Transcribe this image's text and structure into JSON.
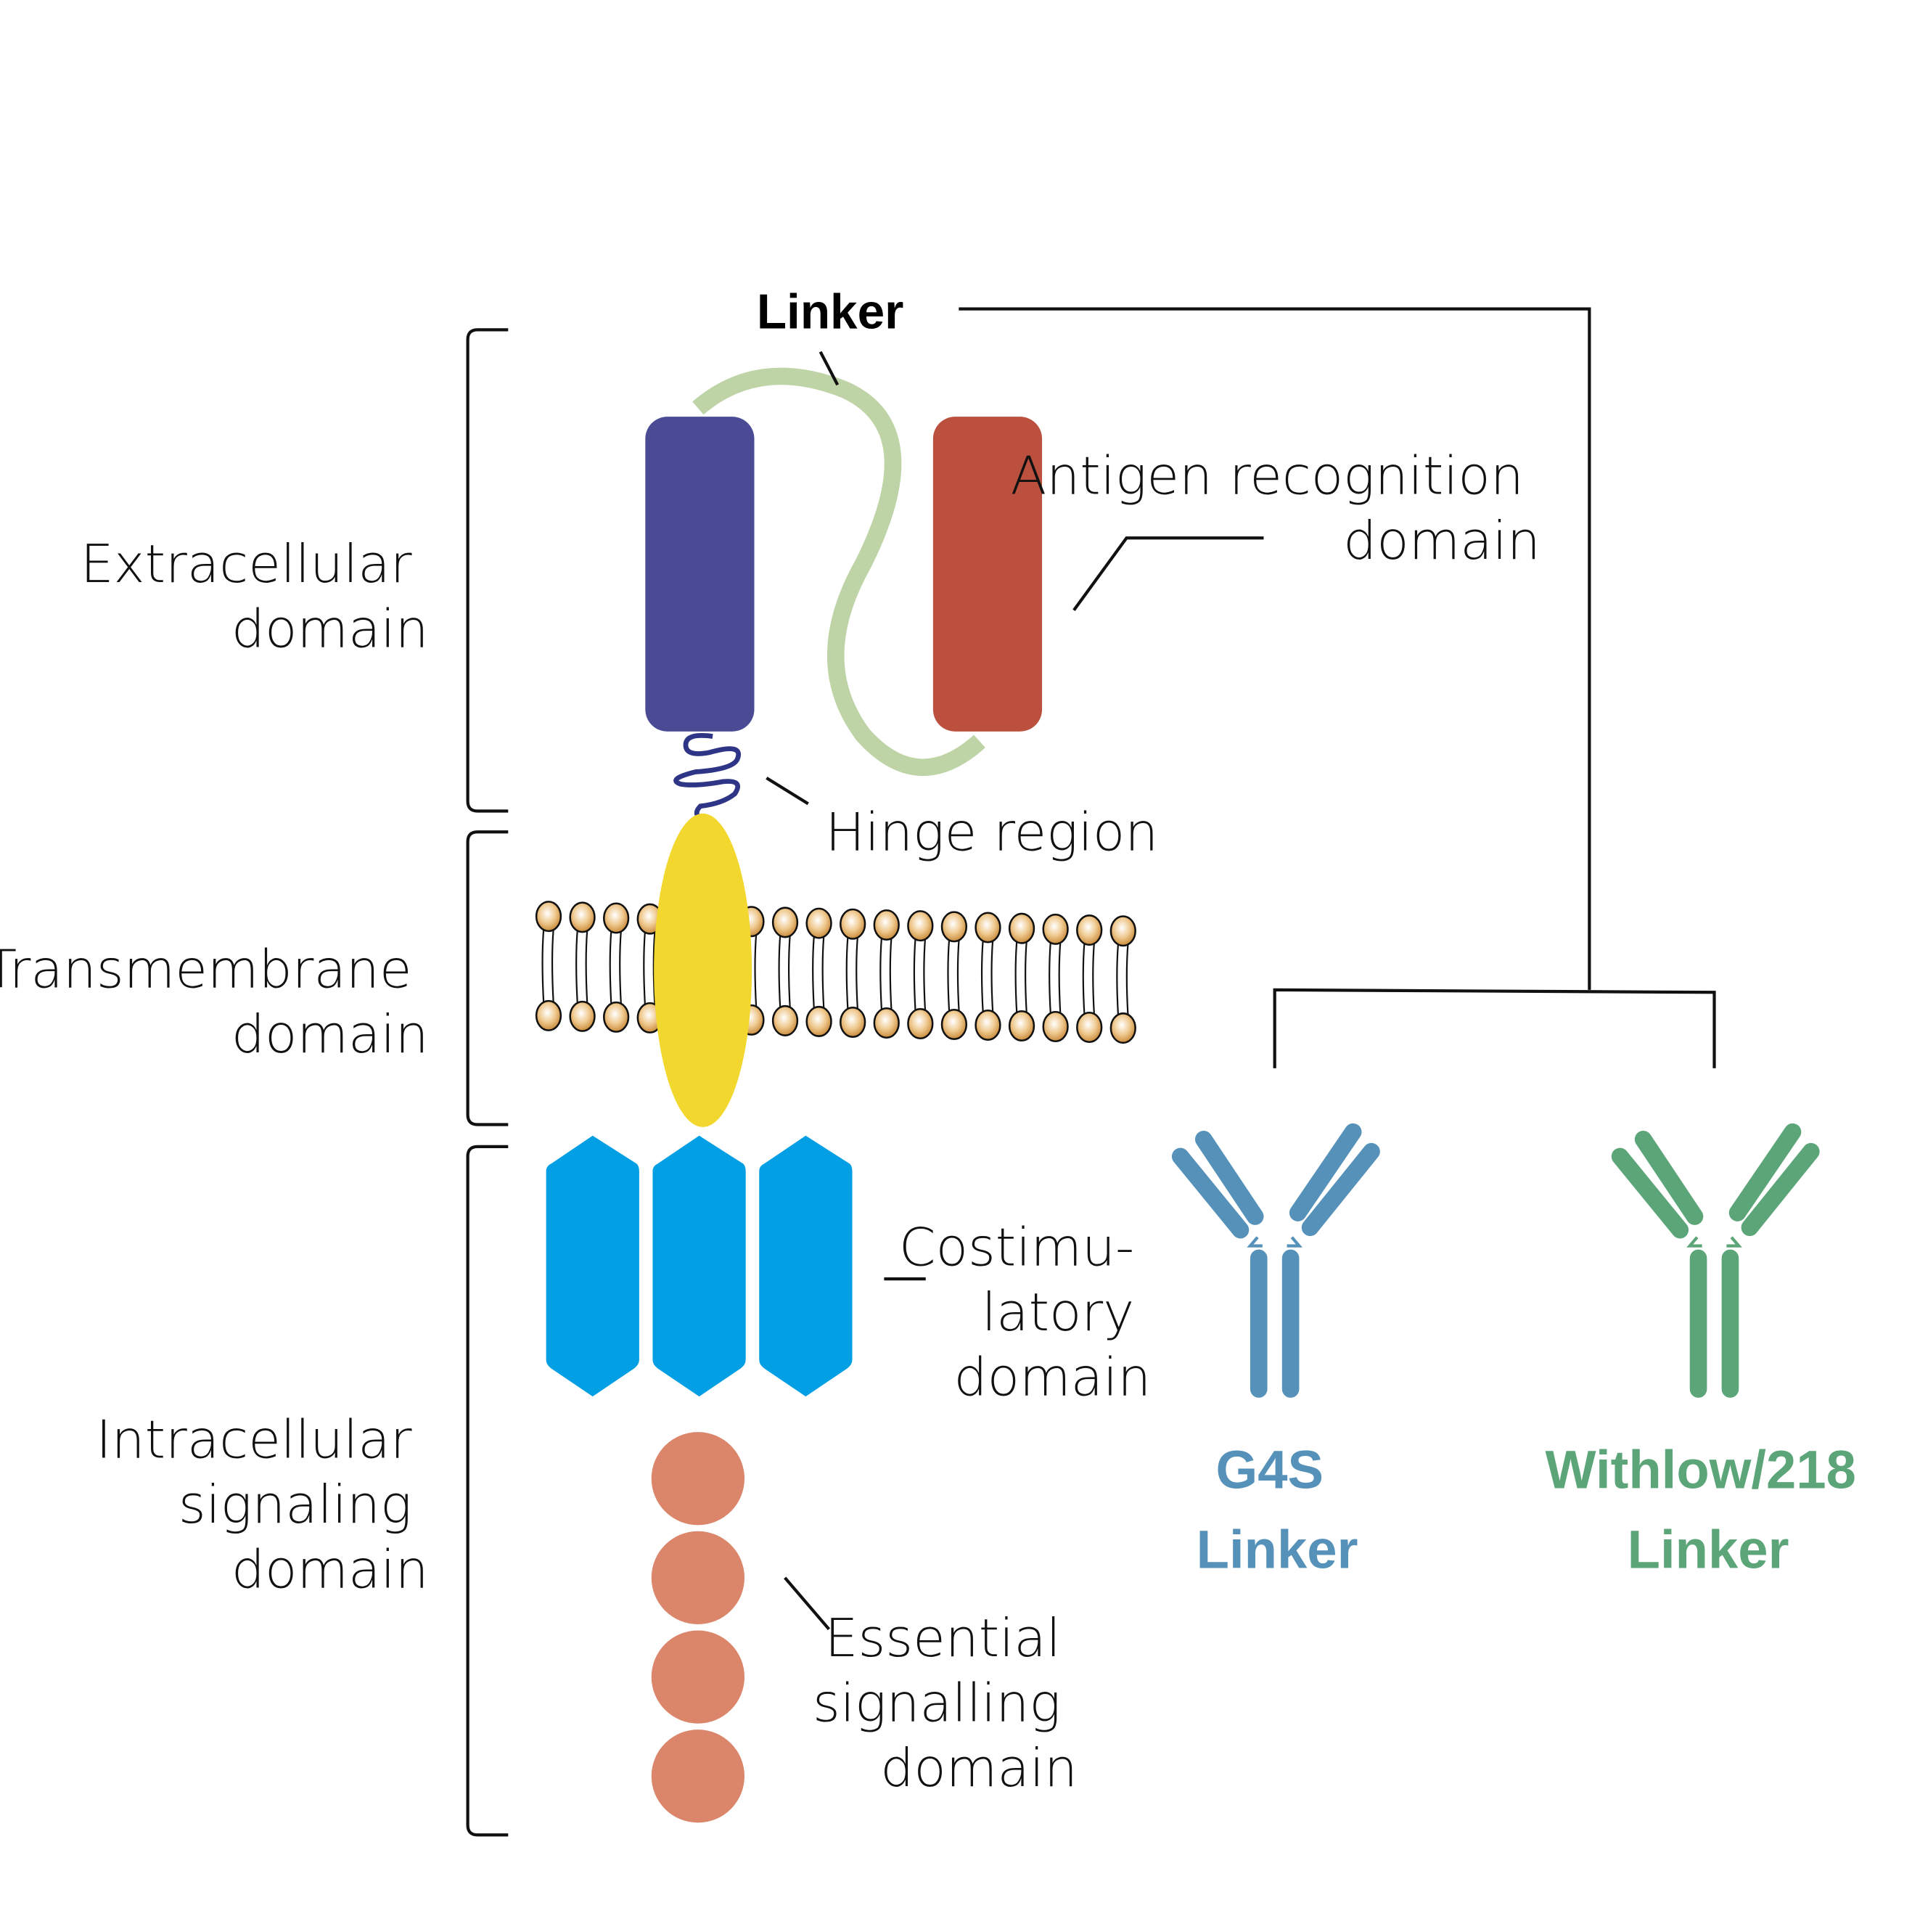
{
  "labels": {
    "linker_top": "Linker",
    "antigen_recognition": [
      "Antigen recognition",
      "domain"
    ],
    "hinge_region": "Hinge region",
    "costimulatory": [
      "Costimu-",
      "latory",
      "domain"
    ],
    "essential_signalling": [
      "Essential",
      "signalling",
      "domain"
    ]
  },
  "brackets": {
    "extracellular": [
      "Extracellular",
      "domain"
    ],
    "transmembrane": [
      "Transmembrane",
      "domain"
    ],
    "intracellular": [
      "Intracellular",
      "signaling",
      "domain"
    ]
  },
  "linker_types": [
    {
      "name": [
        "G4S",
        "Linker"
      ],
      "color": "#5591b9"
    },
    {
      "name": [
        "Withlow/218",
        "Linker"
      ],
      "color": "#5ca579"
    }
  ],
  "colors": {
    "vl_domain": "#4a4b94",
    "vh_domain": "#ba503d",
    "linker": "#bfd4a6",
    "hinge": "#2e3586",
    "transmembrane": "#f2d82e",
    "costim": "#039fe5",
    "signalling": "#db866b",
    "lipid_head": "#dca25a"
  }
}
